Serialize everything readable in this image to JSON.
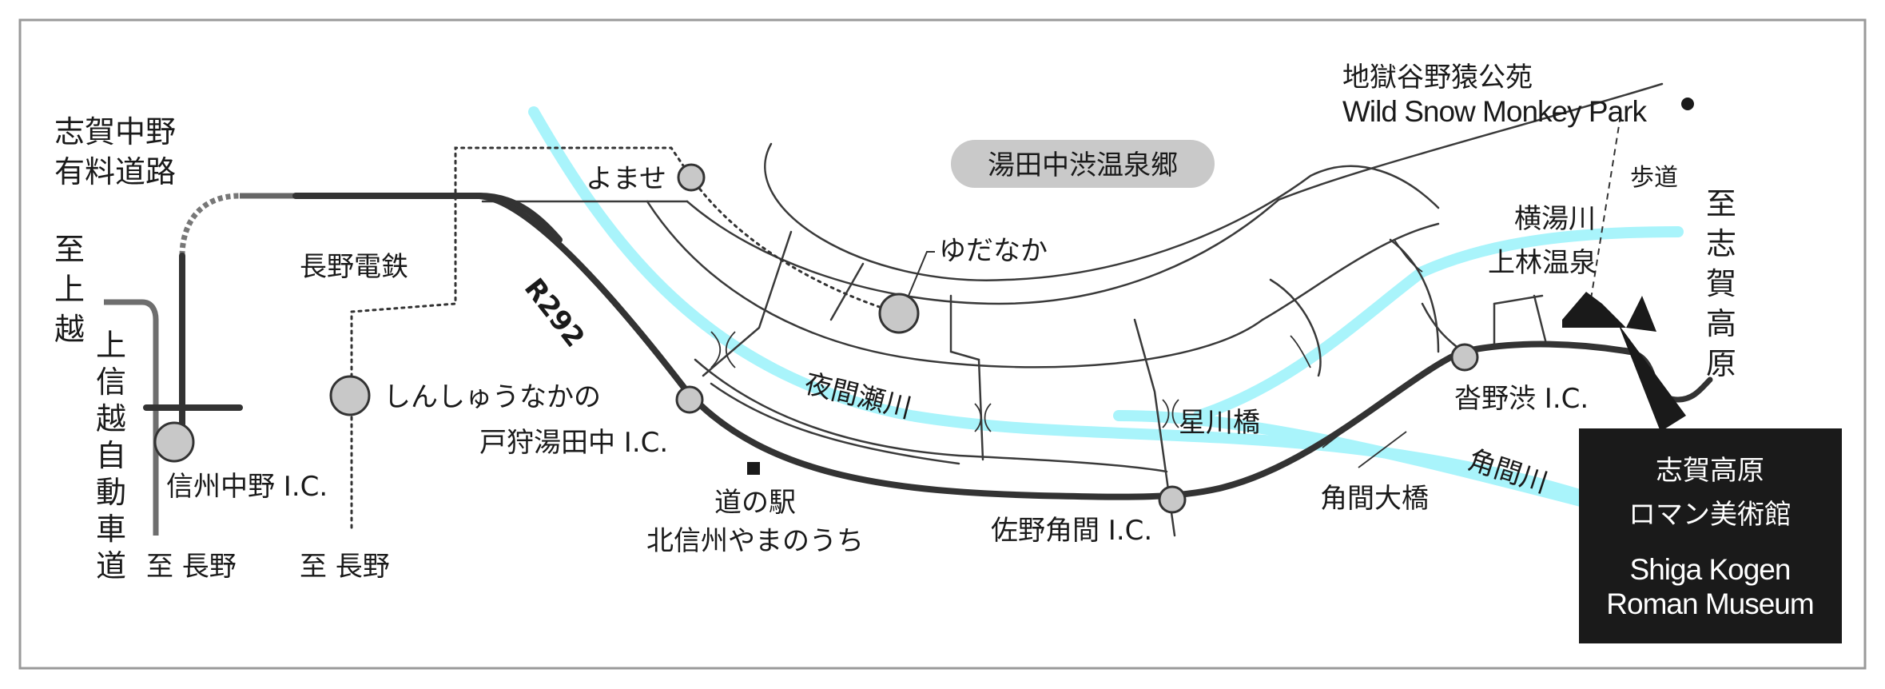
{
  "labels": {
    "shiga_nakano_toll": [
      "志賀中野",
      "有料道路"
    ],
    "to_joetsu": [
      "至",
      "上",
      "越"
    ],
    "joshinetsu_expressway": [
      "上",
      "信",
      "越",
      "自",
      "動",
      "車",
      "道"
    ],
    "shinshu_nakano_ic": "信州中野 I.C.",
    "to_nagano_1": "至 長野",
    "to_nagano_2": "至 長野",
    "nagano_dentetsu": "長野電鉄",
    "shinshu_nakano_station": "しんしゅうなかの",
    "yomase": "よませ",
    "r292": "R292",
    "togari_yudanaka_ic": "戸狩湯田中 I.C.",
    "michi_no_eki": [
      "道の駅",
      "北信州やまのうち"
    ],
    "yudanaka": "ゆだなか",
    "onsenkyo": "湯田中渋温泉郷",
    "yomase_river": "夜間瀬川",
    "hoshikawa_bridge": "星川橋",
    "sano_kakuma_ic": "佐野角間 I.C.",
    "kakuma_ohashi": "角間大橋",
    "kakuma_river": "角間川",
    "kutsunoshibu_ic": "沓野渋 I.C.",
    "monkey_park_jp": "地獄谷野猿公苑",
    "monkey_park_en": "Wild Snow Monkey Park",
    "hodo": "歩道",
    "yokoyu_river": "横湯川",
    "kanbayashi_onsen": "上林温泉",
    "to_shiga_kogen": [
      "至",
      "志",
      "賀",
      "高",
      "原"
    ],
    "museum_jp": [
      "志賀高原",
      "ロマン美術館"
    ],
    "museum_en": [
      "Shiga Kogen",
      "Roman Museum"
    ]
  },
  "colors": {
    "river": "#a9f4fb",
    "road": "#333333",
    "station_fill": "#c8c8c8",
    "badge_fill": "#c9c9c9",
    "museum_box": "#1a1a1a"
  }
}
